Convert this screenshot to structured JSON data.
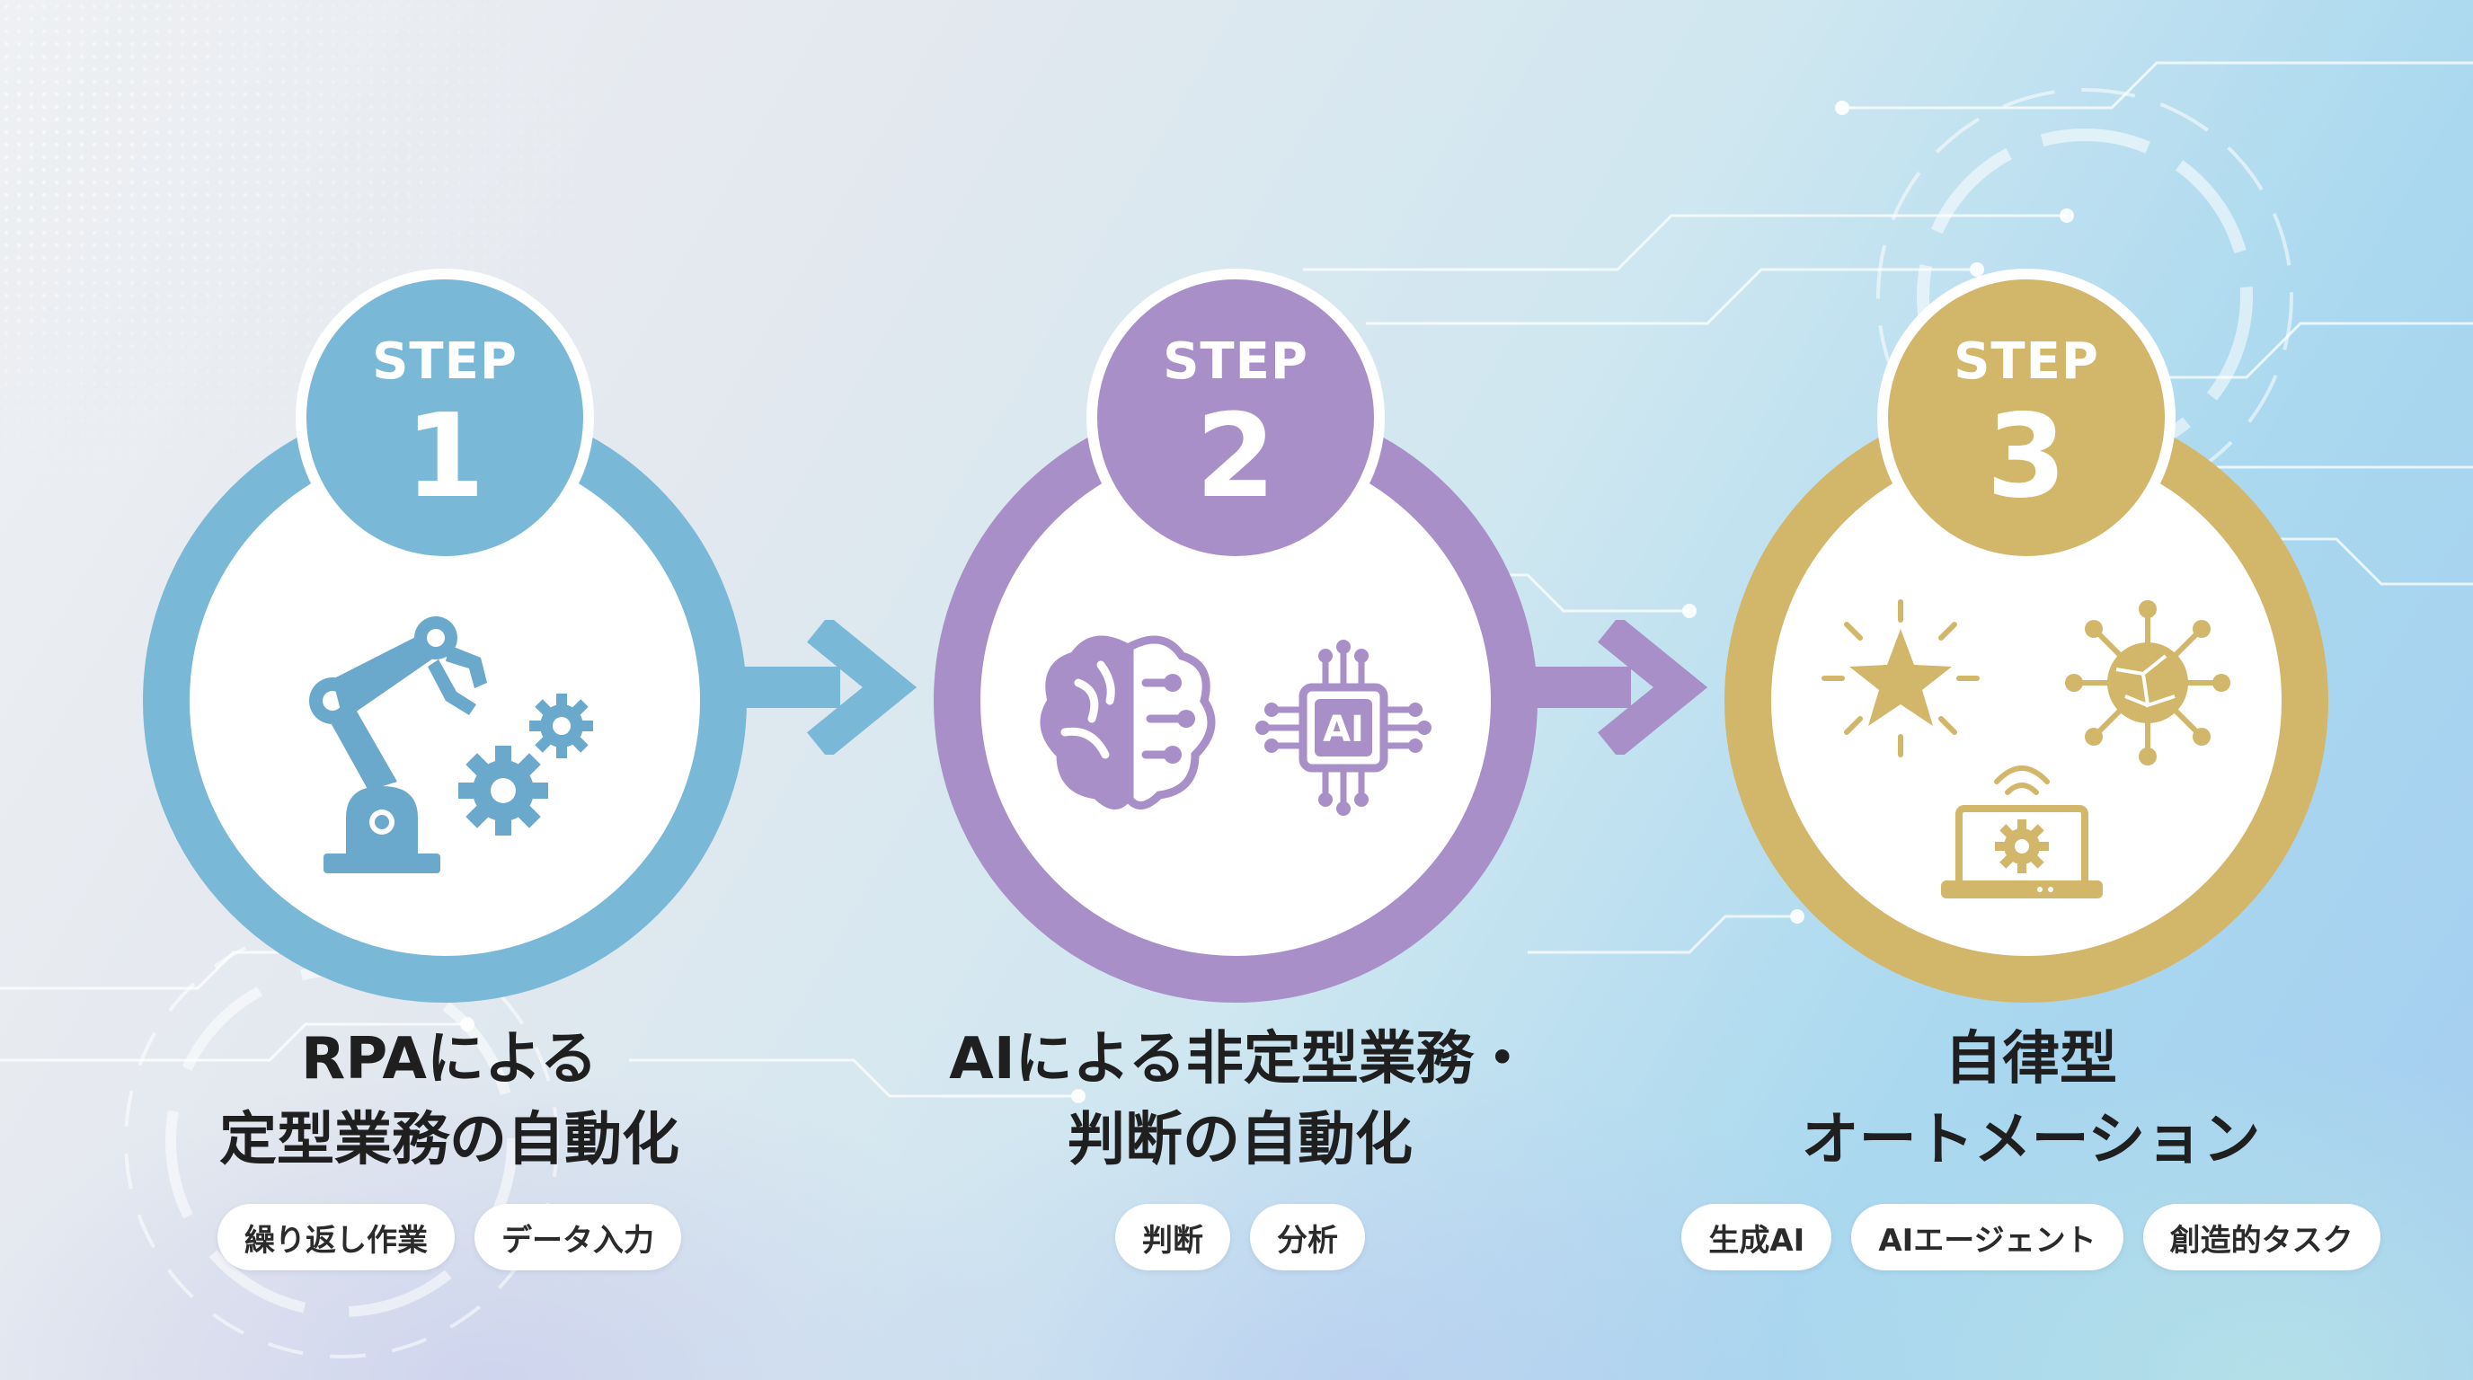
{
  "steps": [
    {
      "badge_word": "STEP",
      "badge_number": "1",
      "title_line1": "RPAによる",
      "title_line2": "定型業務の自動化",
      "tags": [
        "繰り返し作業",
        "データ入力"
      ],
      "color": "#7ab8d8",
      "icons": [
        "robot-arm-icon",
        "gear-icon"
      ]
    },
    {
      "badge_word": "STEP",
      "badge_number": "2",
      "title_line1": "AIによる非定型業務・",
      "title_line2": "判断の自動化",
      "tags": [
        "判断",
        "分析"
      ],
      "color": "#a88fc8",
      "chip_label": "AI",
      "icons": [
        "brain-icon",
        "ai-chip-icon"
      ]
    },
    {
      "badge_word": "STEP",
      "badge_number": "3",
      "title_line1": "自律型",
      "title_line2": "オートメーション",
      "tags": [
        "生成AI",
        "AIエージェント",
        "創造的タスク"
      ],
      "color": "#d2b669",
      "icons": [
        "star-icon",
        "network-globe-icon",
        "laptop-gear-icon"
      ]
    }
  ],
  "arrow_colors": [
    "#7ab8d8",
    "#a88fc8"
  ]
}
